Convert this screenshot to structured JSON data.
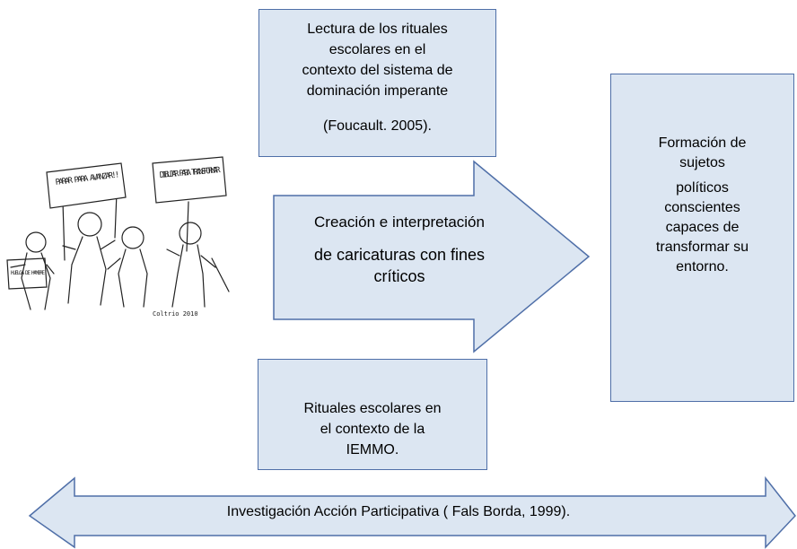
{
  "top_box": {
    "lines": [
      "Lectura de los rituales",
      "escolares en el",
      "contexto del sistema de",
      "dominación imperante"
    ],
    "citation": "(Foucault. 2005)."
  },
  "center_arrow": {
    "line1": "Creación e interpretación",
    "line2a": "de caricaturas con fines",
    "line2b": "críticos"
  },
  "right_box": {
    "title_lines": [
      "Formación de",
      "sujetos"
    ],
    "body_lines": [
      "políticos",
      "conscientes",
      "capaces de",
      "transformar su",
      "entorno."
    ]
  },
  "bottom_box": {
    "lines": [
      "Rituales escolares en",
      "el contexto de la",
      "IEMMO."
    ]
  },
  "bottom_arrow": {
    "label": "Investigación Acción Participativa ( Fals Borda, 1999)."
  },
  "cartoon": {
    "signs": [
      "PARAR PARA AVANZAR!!",
      "DIBUJAR PARA TRANSFORMAR",
      "HUELGA DE HAMBRE"
    ],
    "signature": "Coltrio 2010"
  },
  "colors": {
    "fill": "#dce6f2",
    "border": "#4f6fa8"
  }
}
